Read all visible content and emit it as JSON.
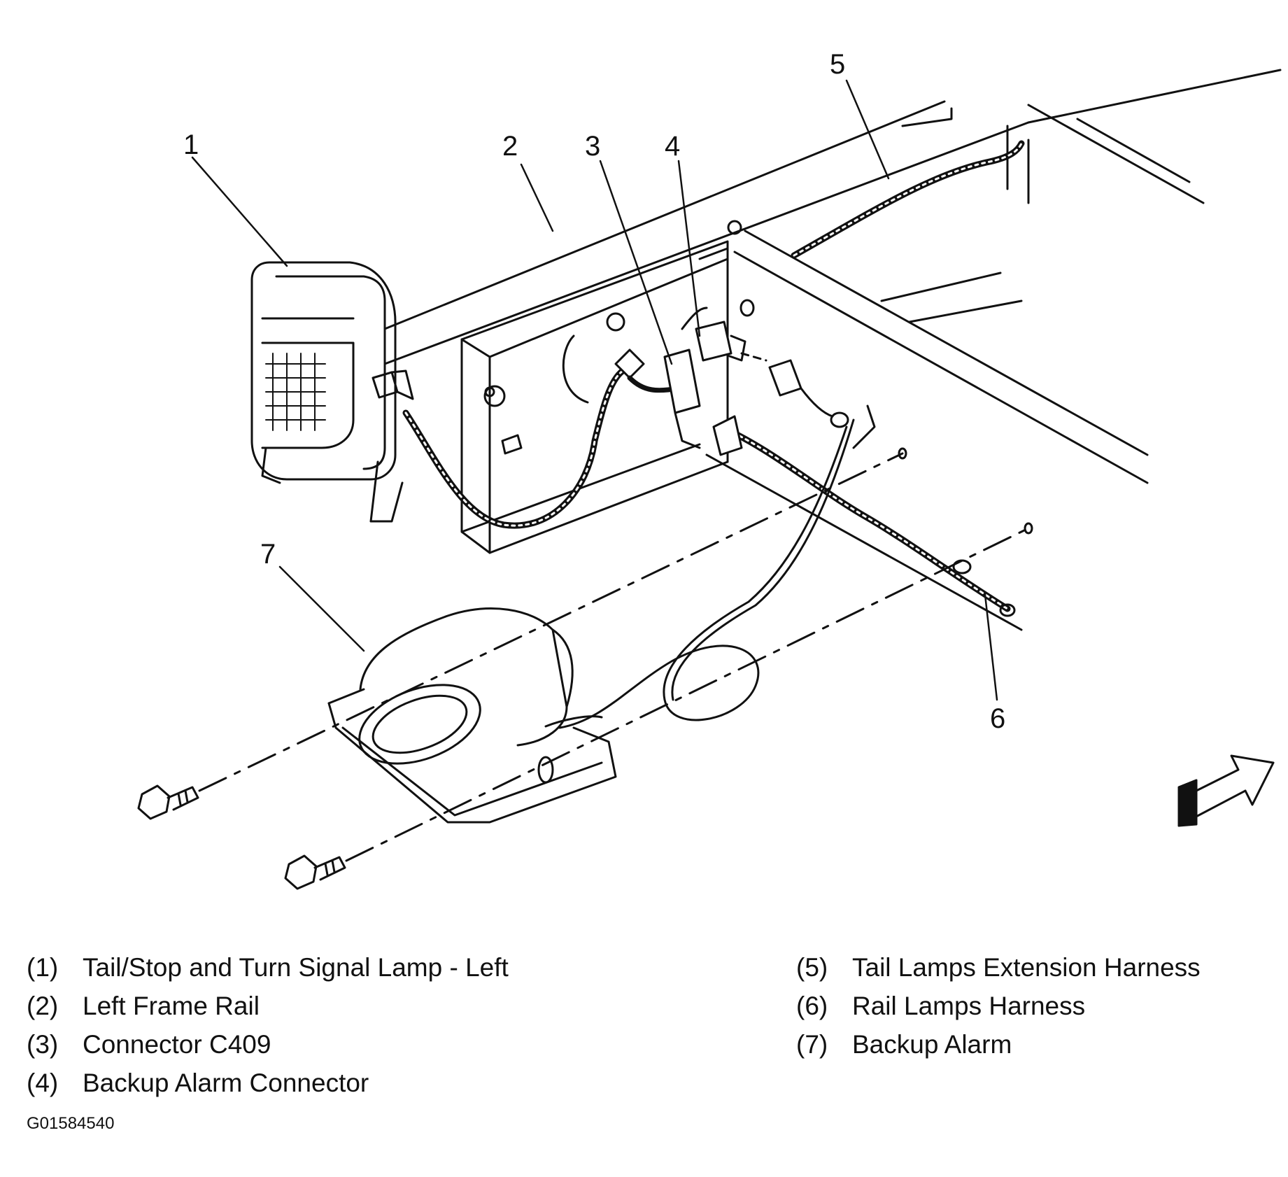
{
  "callouts": [
    "1",
    "2",
    "3",
    "4",
    "5",
    "6",
    "7"
  ],
  "legend": [
    {
      "num": "(1)",
      "text": "Tail/Stop and Turn Signal Lamp - Left"
    },
    {
      "num": "(2)",
      "text": "Left Frame Rail"
    },
    {
      "num": "(3)",
      "text": "Connector C409"
    },
    {
      "num": "(4)",
      "text": "Backup Alarm Connector"
    },
    {
      "num": "(5)",
      "text": "Tail Lamps Extension Harness"
    },
    {
      "num": "(6)",
      "text": "Rail Lamps Harness"
    },
    {
      "num": "(7)",
      "text": "Backup Alarm"
    }
  ],
  "figure_id": "G01584540"
}
